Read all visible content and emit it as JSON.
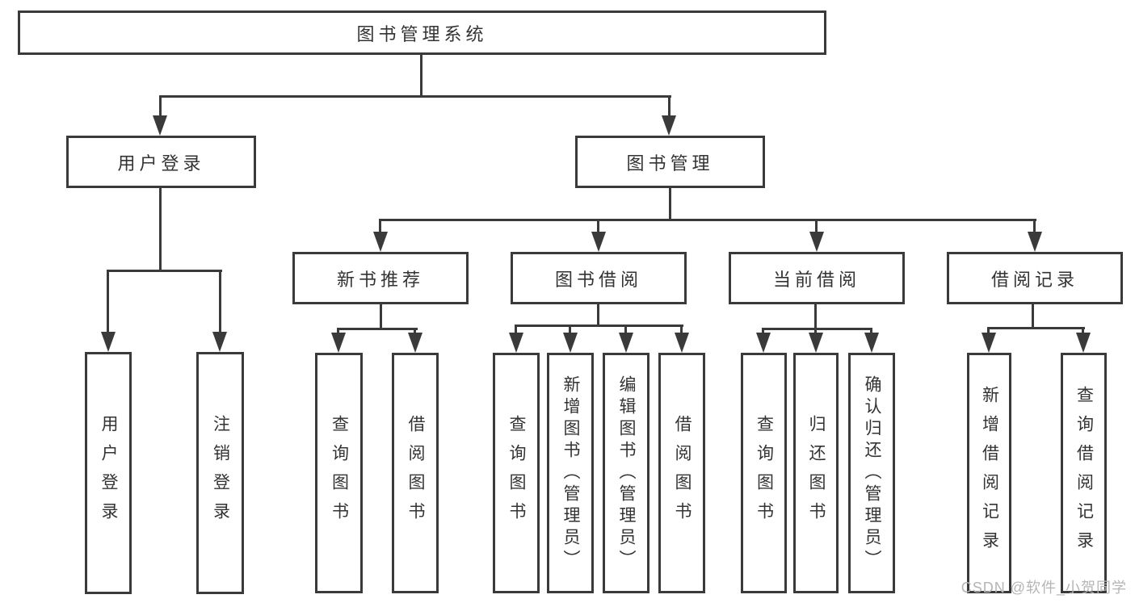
{
  "diagram": {
    "title_node": {
      "label": "图书管理系统"
    },
    "level2": [
      {
        "label": "用户登录"
      },
      {
        "label": "图书管理"
      }
    ],
    "level3": [
      {
        "label": "新书推荐"
      },
      {
        "label": "图书借阅"
      },
      {
        "label": "当前借阅"
      },
      {
        "label": "借阅记录"
      }
    ],
    "leaves": {
      "user_login": [
        "用户登录",
        "注销登录"
      ],
      "new_book": [
        "查询图书",
        "借阅图书"
      ],
      "book_borrow": [
        "查询图书",
        "新增图书（管理员）",
        "编辑图书（管理员）",
        "借阅图书"
      ],
      "current_borrow": [
        "查询图书",
        "归还图书",
        "确认归还（管理员）"
      ],
      "borrow_record": [
        "新增借阅记录",
        "查询借阅记录"
      ]
    },
    "colors": {
      "line": "#3a3a3a",
      "box_border": "#3a3a3a",
      "text": "#333333",
      "watermark": "#b5b5b5",
      "background": "#ffffff"
    },
    "watermark": "CSDN @软件_小贺同学"
  }
}
